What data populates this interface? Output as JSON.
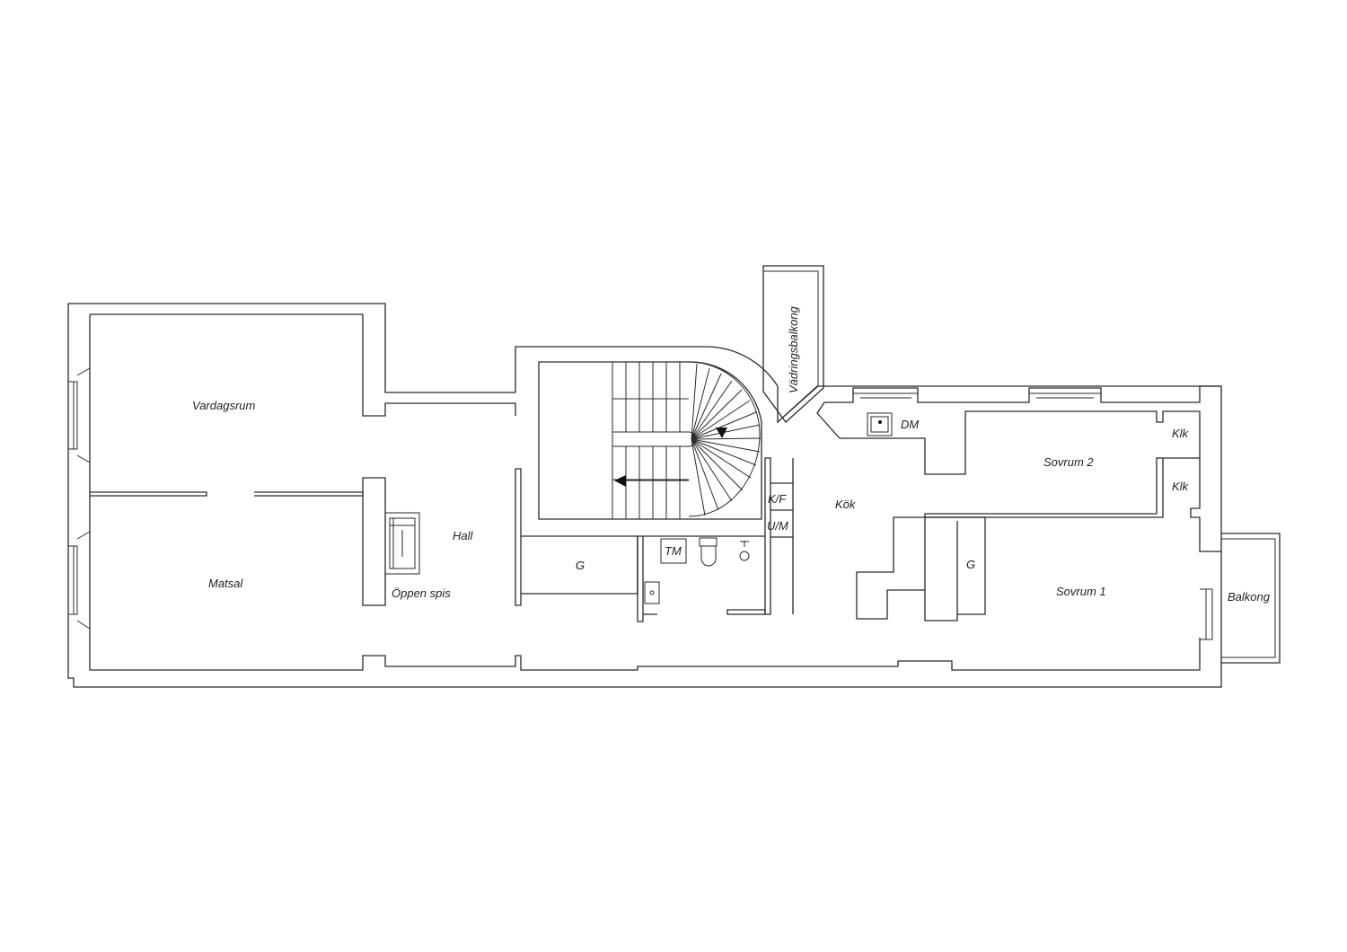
{
  "rooms": {
    "vardagsrum": "Vardagsrum",
    "matsal": "Matsal",
    "oppen_spis": "Öppen spis",
    "hall": "Hall",
    "g_hall": "G",
    "tm": "TM",
    "kf": "K/F",
    "um": "U/M",
    "vadringsbalkong": "Vädringsbalkong",
    "dm": "DM",
    "kok": "Kök",
    "klk_1": "Klk",
    "klk_2": "Klk",
    "sovrum_2": "Sovrum 2",
    "g_sovrum": "G",
    "sovrum_1": "Sovrum 1",
    "balkong": "Balkong"
  },
  "colors": {
    "line": "#2a2a2a",
    "background": "#ffffff"
  }
}
